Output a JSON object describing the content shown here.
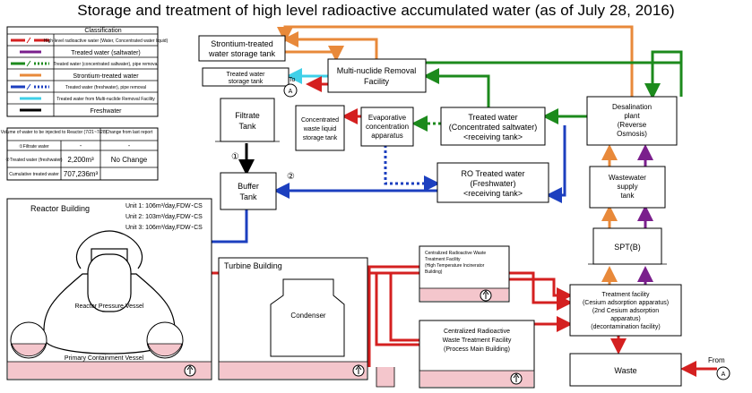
{
  "title": "Storage and treatment of high level radioactive accumulated water (as of July 28, 2016)",
  "legend": {
    "heading": "Classification",
    "rows": [
      {
        "color": "#d42020",
        "label": "High-level radioactive water (Water, Concentrated water liquid)"
      },
      {
        "color": "#7a1f8c",
        "label": "Treated water (saltwater)"
      },
      {
        "color": "#1c8a1c",
        "label": "Treated water (concentrated saltwater), pipe removal"
      },
      {
        "color": "#e8893a",
        "label": "Strontium-treated water"
      },
      {
        "color": "#1c3fbf",
        "label": "Treated water (freshwater), pipe removal"
      },
      {
        "color": "#3fd0e8",
        "label": "Treated water from Multi-nuclide Removal Facility"
      },
      {
        "color": "#000000",
        "label": "Freshwater"
      }
    ]
  },
  "injection_table": {
    "header_col1": "Volume of water to be injected to Reactor (7/21~7/28)",
    "header_col2": "Change from last report",
    "rows": [
      {
        "label": "①Filtrate water",
        "value": "-",
        "change": "-"
      },
      {
        "label": "②Treated water (freshwater)",
        "value": "2,200m³",
        "change": "No Change"
      },
      {
        "label": "Cumulative treated water",
        "value": "707,236m³",
        "change": ""
      }
    ]
  },
  "nodes": {
    "strontium_tank": [
      "Strontium-treated",
      "water storage tank"
    ],
    "treated_water_storage_tank": [
      "Treated water",
      "storage tank"
    ],
    "mnr_facility": [
      "Multi-nuclide Removal",
      "Facility"
    ],
    "filtrate_tank": [
      "Filtrate",
      "Tank"
    ],
    "conc_waste_tank": [
      "Concentrated",
      "waste liquid",
      "storage tank"
    ],
    "evaporative": [
      "Evaporative",
      "concentration",
      "apparatus"
    ],
    "treated_saltwater": [
      "Treated water",
      "(Concentrated saltwater)",
      "<receiving tank>"
    ],
    "desalination": [
      "Desalination",
      "plant",
      "(Reverse",
      "Osmosis)"
    ],
    "buffer_tank": [
      "Buffer",
      "Tank"
    ],
    "ro_treated": [
      "RO Treated water",
      "(Freshwater)",
      "<receiving tank>"
    ],
    "wastewater_supply": [
      "Wastewater",
      "supply",
      "tank"
    ],
    "spt": "SPT(B)",
    "reactor_building": "Reactor Building",
    "units": [
      "Unit 1: 106m³/day,FDW･CS",
      "Unit 2: 103m³/day,FDW･CS",
      "Unit 3: 106m³/day,FDW･CS"
    ],
    "rpv": "Reactor Pressure Vessel",
    "pcv": "Primary Containment Vessel",
    "turbine_building": "Turbine Building",
    "condenser": "Condenser",
    "crw_incinerator": [
      "Centralized Radioactive Waste",
      "Treatment Facility",
      "(High Temperature Incinerator",
      "Building)"
    ],
    "crw_main": [
      "Centralized Radioactive",
      "Waste Treatment Facility",
      "(Process Main Building)"
    ],
    "treatment_facility": [
      "Treatment facility",
      "(Cesium adsorption apparatus)",
      "(2nd Cesium adsorption",
      "apparatus)",
      "(decontamination facility)"
    ],
    "waste": "Waste",
    "to_label": "To",
    "from_label": "From",
    "connector": "A",
    "marker1": "①",
    "marker2": "②"
  },
  "colors": {
    "red": "#d42020",
    "purple": "#7a1f8c",
    "green": "#1c8a1c",
    "orange": "#e8893a",
    "blue": "#1c3fbf",
    "cyan": "#3fd0e8",
    "black": "#000000",
    "water": "#f4c6cc"
  }
}
